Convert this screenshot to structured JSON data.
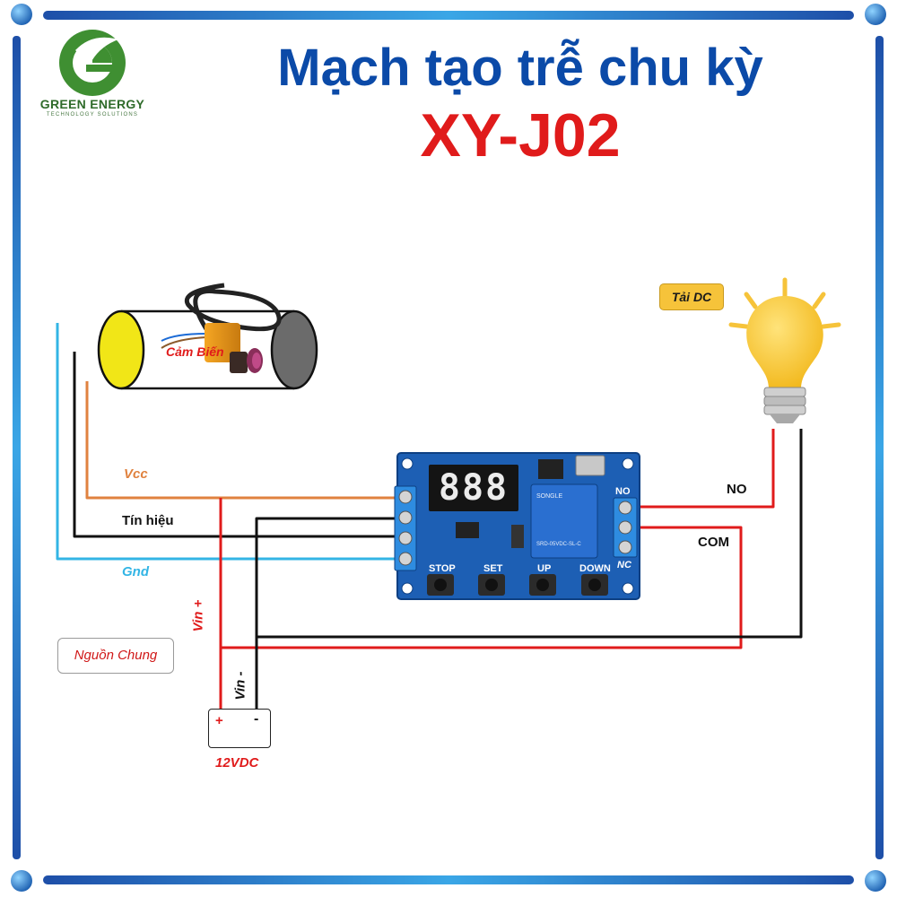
{
  "header": {
    "title": "Mạch tạo trễ chu kỳ",
    "model": "XY-J02"
  },
  "brand": {
    "name": "GREEN ENERGY",
    "tagline": "TECHNOLOGY SOLUTIONS"
  },
  "sensor": {
    "label": "Cảm Biến"
  },
  "load": {
    "label": "Tải DC"
  },
  "wires": {
    "vcc": "Vcc",
    "signal": "Tín hiệu",
    "gnd": "Gnd",
    "vin_plus": "Vin +",
    "vin_minus": "Vin -",
    "no": "NO",
    "com": "COM"
  },
  "module": {
    "display": "888",
    "buttons": [
      "STOP",
      "SET",
      "UP",
      "DOWN"
    ],
    "relay_no": "NO",
    "relay_nc": "NC",
    "relay_brand": "SONGLE",
    "relay_model": "SRD-05VDC-SL-C"
  },
  "power": {
    "note": "Nguồn Chung",
    "plus": "+",
    "minus": "-",
    "voltage": "12VDC"
  },
  "colors": {
    "title_blue": "#0b4aa8",
    "title_red": "#e01b1b",
    "vcc_orange": "#e0823f",
    "gnd_cyan": "#33b5e5",
    "wire_black": "#111111",
    "wire_red": "#e01b1b",
    "pcb_blue": "#1d5fb4",
    "border_blue": "#1e88d8"
  }
}
